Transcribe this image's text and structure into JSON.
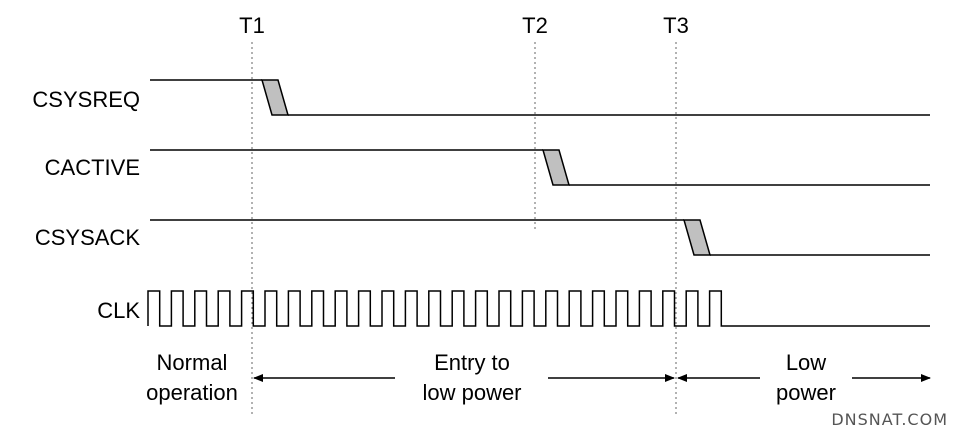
{
  "signals": [
    {
      "name": "CSYSREQ"
    },
    {
      "name": "CACTIVE"
    },
    {
      "name": "CSYSACK"
    },
    {
      "name": "CLK"
    }
  ],
  "time_markers": [
    "T1",
    "T2",
    "T3"
  ],
  "phases": {
    "normal": [
      "Normal",
      "operation"
    ],
    "entry": [
      "Entry to",
      "low power"
    ],
    "low": [
      "Low",
      "power"
    ]
  },
  "watermark": "DNSNAT.COM"
}
